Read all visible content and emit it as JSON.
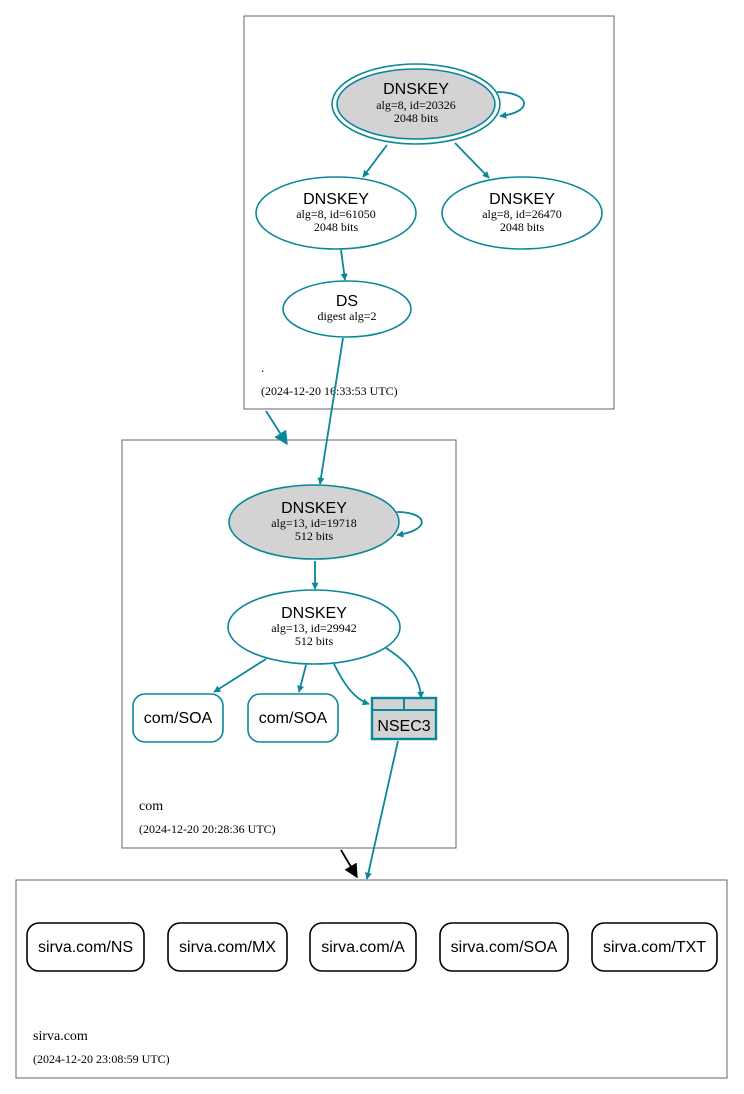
{
  "colors": {
    "teal": "#0a879a",
    "gray_fill": "#d3d3d3",
    "black": "#000000"
  },
  "zones": {
    "root": {
      "name": ".",
      "timestamp": "(2024-12-20 16:33:53 UTC)"
    },
    "com": {
      "name": "com",
      "timestamp": "(2024-12-20 20:28:36 UTC)"
    },
    "sirva": {
      "name": "sirva.com",
      "timestamp": "(2024-12-20 23:08:59 UTC)"
    }
  },
  "nodes": {
    "root_ksk": {
      "title": "DNSKEY",
      "line1": "alg=8, id=20326",
      "line2": "2048 bits"
    },
    "root_zsk1": {
      "title": "DNSKEY",
      "line1": "alg=8, id=61050",
      "line2": "2048 bits"
    },
    "root_zsk2": {
      "title": "DNSKEY",
      "line1": "alg=8, id=26470",
      "line2": "2048 bits"
    },
    "com_ds": {
      "title": "DS",
      "line1": "digest alg=2"
    },
    "com_ksk": {
      "title": "DNSKEY",
      "line1": "alg=13, id=19718",
      "line2": "512 bits"
    },
    "com_zsk": {
      "title": "DNSKEY",
      "line1": "alg=13, id=29942",
      "line2": "512 bits"
    },
    "com_soa1": {
      "label": "com/SOA"
    },
    "com_soa2": {
      "label": "com/SOA"
    },
    "com_nsec3": {
      "label": "NSEC3"
    },
    "sirva_ns": {
      "label": "sirva.com/NS"
    },
    "sirva_mx": {
      "label": "sirva.com/MX"
    },
    "sirva_a": {
      "label": "sirva.com/A"
    },
    "sirva_soa": {
      "label": "sirva.com/SOA"
    },
    "sirva_txt": {
      "label": "sirva.com/TXT"
    }
  }
}
